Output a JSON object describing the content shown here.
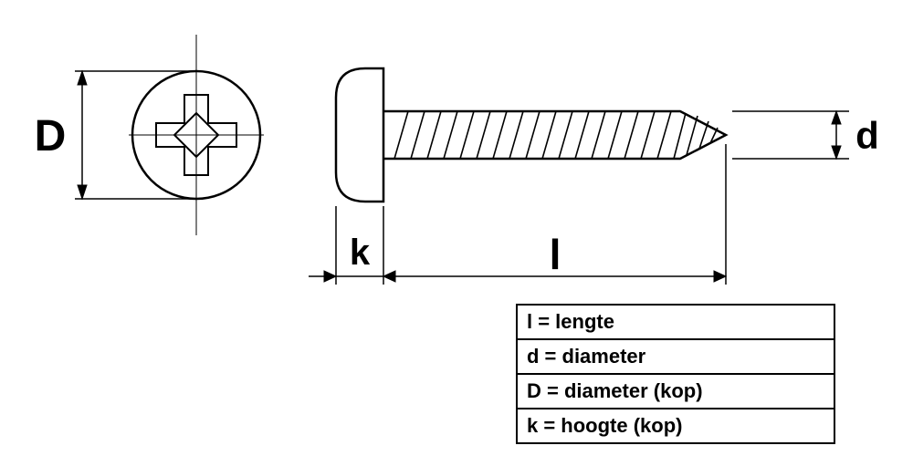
{
  "labels": {
    "head_diameter": "D",
    "shaft_diameter": "d",
    "head_height": "k",
    "length": "l"
  },
  "legend": {
    "rows": [
      "l = lengte",
      "d = diameter",
      "D = diameter (kop)",
      "k = hoogte (kop)"
    ]
  },
  "colors": {
    "line": "#000000",
    "background": "#ffffff"
  }
}
